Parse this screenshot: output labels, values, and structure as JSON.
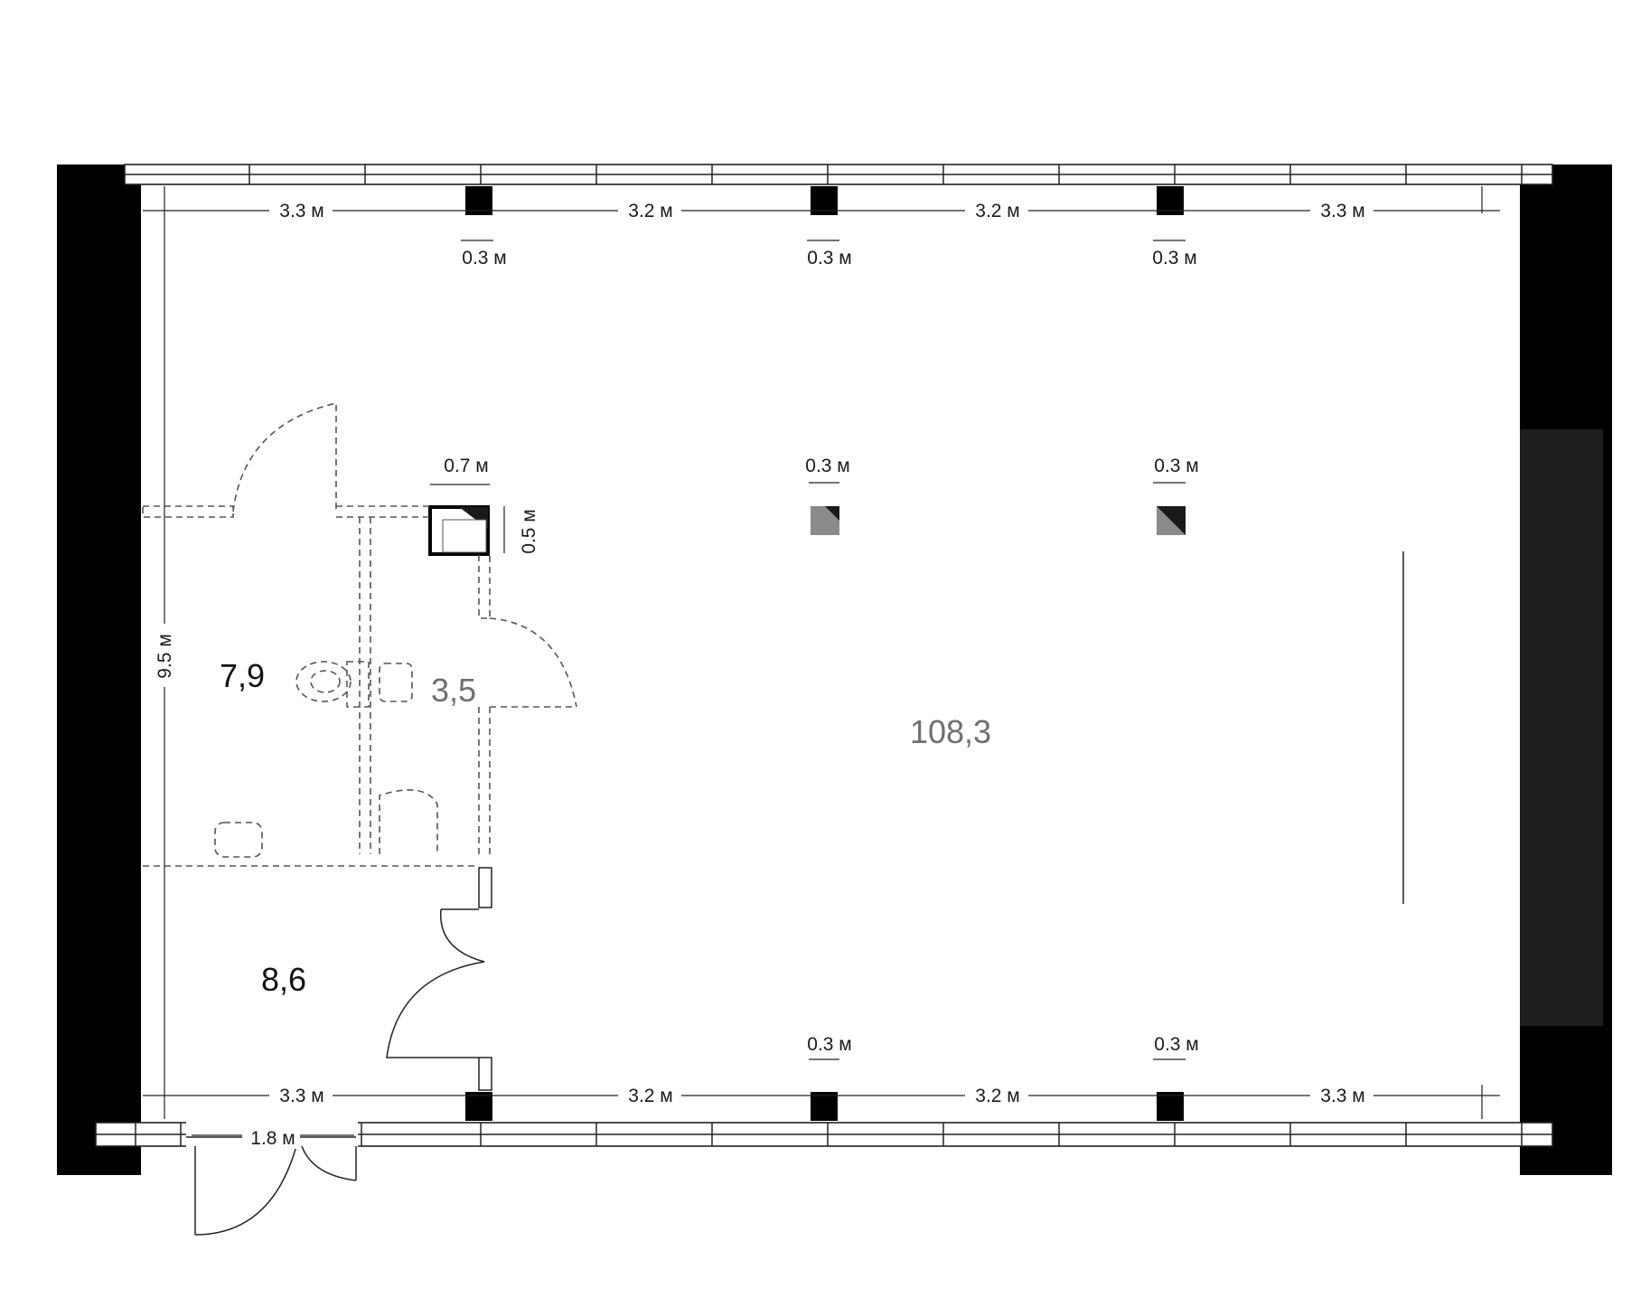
{
  "plan": {
    "top_dimensions": [
      "3.3 м",
      "3.2 м",
      "3.2 м",
      "3.3 м"
    ],
    "top_column_widths": [
      "0.3 м",
      "0.3 м",
      "0.3 м"
    ],
    "bottom_dimensions": [
      "3.3 м",
      "3.2 м",
      "3.2 м",
      "3.3 м"
    ],
    "bottom_column_widths": [
      "0.3 м",
      "0.3 м"
    ],
    "inner_column_widths": [
      "0.7 м",
      "0.3 м",
      "0.3 м"
    ],
    "shaft_depth": "0.5 м",
    "height_dimension": "9.5 м",
    "entrance_width": "1.8 м",
    "rooms": [
      {
        "label": "7,9"
      },
      {
        "label": "3,5"
      },
      {
        "label": "8,6"
      },
      {
        "label": "108,3"
      }
    ],
    "colors": {
      "wall": "#000000",
      "dark_panel": "#1e1e1e",
      "grey_column": "#8a8a8a",
      "secondary_text": "#6f6f6f"
    }
  }
}
